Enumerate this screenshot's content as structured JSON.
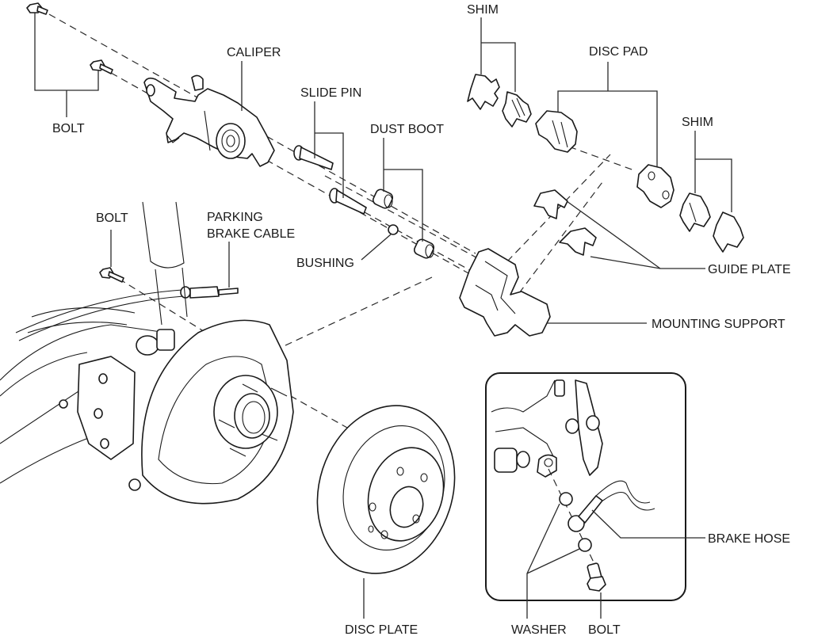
{
  "diagram": {
    "title": "Rear brake exploded view",
    "labels": {
      "bolt_top": "BOLT",
      "caliper": "CALIPER",
      "slide_pin": "SLIDE PIN",
      "dust_boot": "DUST BOOT",
      "shim_left": "SHIM",
      "disc_pad": "DISC PAD",
      "shim_right": "SHIM",
      "bolt_left": "BOLT",
      "parking_brake_cable_line1": "PARKING",
      "parking_brake_cable_line2": "BRAKE CABLE",
      "bushing": "BUSHING",
      "guide_plate": "GUIDE PLATE",
      "mounting_support": "MOUNTING SUPPORT",
      "disc_plate": "DISC PLATE",
      "brake_hose": "BRAKE HOSE",
      "washer": "WASHER",
      "bolt_inset": "BOLT"
    }
  }
}
